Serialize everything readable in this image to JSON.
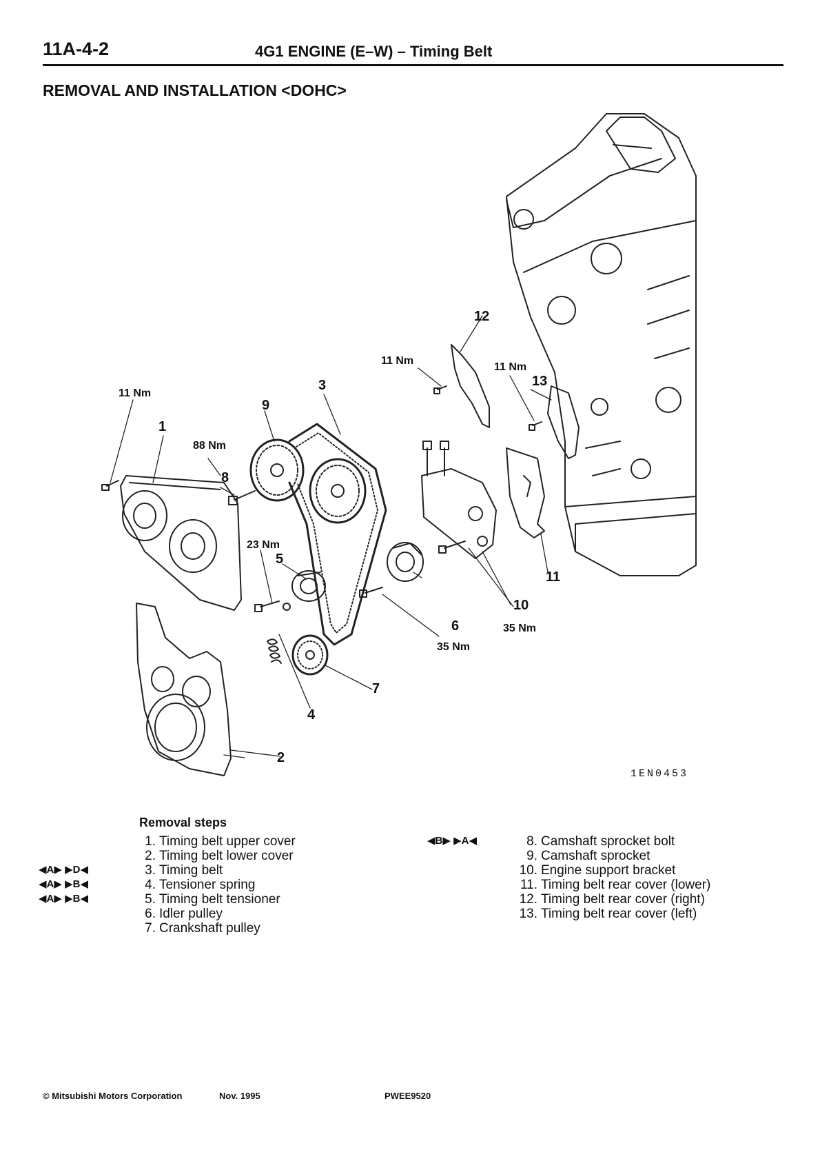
{
  "header": {
    "page_number": "11A-4-2",
    "title": "4G1 ENGINE (E–W) – Timing Belt"
  },
  "section_title": "REMOVAL AND INSTALLATION <DOHC>",
  "diagram": {
    "figure_code": "1EN0453",
    "callouts": [
      "1",
      "2",
      "3",
      "4",
      "5",
      "6",
      "7",
      "8",
      "9",
      "10",
      "11",
      "12",
      "13"
    ],
    "torques": {
      "t1": "11 Nm",
      "t8": "88 Nm",
      "t5": "23 Nm",
      "t6": "35 Nm",
      "t10": "35 Nm",
      "t12": "11 Nm",
      "t13": "11 Nm"
    }
  },
  "removal_steps": {
    "heading": "Removal steps",
    "left": [
      {
        "num": "1.",
        "text": "Timing belt upper cover",
        "markers": ""
      },
      {
        "num": "2.",
        "text": "Timing belt lower cover",
        "markers": ""
      },
      {
        "num": "3.",
        "text": "Timing belt",
        "markers": "◀A▶ ▶D◀"
      },
      {
        "num": "4.",
        "text": "Tensioner spring",
        "markers": "◀A▶ ▶B◀"
      },
      {
        "num": "5.",
        "text": "Timing belt tensioner",
        "markers": "◀A▶ ▶B◀"
      },
      {
        "num": "6.",
        "text": "Idler pulley",
        "markers": ""
      },
      {
        "num": "7.",
        "text": "Crankshaft pulley",
        "markers": ""
      }
    ],
    "right": [
      {
        "num": "8.",
        "text": "Camshaft sprocket bolt",
        "markers": "◀B▶ ▶A◀"
      },
      {
        "num": "9.",
        "text": "Camshaft sprocket",
        "markers": ""
      },
      {
        "num": "10.",
        "text": "Engine support bracket",
        "markers": ""
      },
      {
        "num": "11.",
        "text": "Timing belt rear cover (lower)",
        "markers": ""
      },
      {
        "num": "12.",
        "text": "Timing belt rear cover (right)",
        "markers": ""
      },
      {
        "num": "13.",
        "text": "Timing belt rear cover (left)",
        "markers": ""
      }
    ]
  },
  "footer": {
    "copyright": "© Mitsubishi Motors Corporation",
    "date": "Nov. 1995",
    "code": "PWEE9520"
  }
}
